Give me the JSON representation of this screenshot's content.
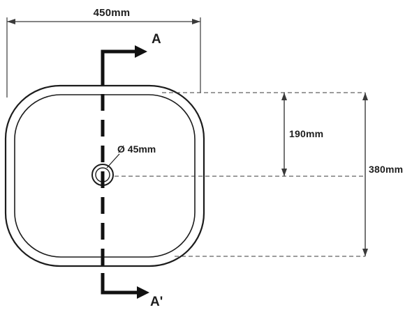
{
  "drawing": {
    "type": "technical-dimension-diagram",
    "subject": "square-basin-top-view",
    "labels": {
      "width": "450mm",
      "offset": "190mm",
      "depth": "380mm",
      "drain": "Ø 45mm",
      "section_top": "A",
      "section_bottom": "A'"
    },
    "colors": {
      "outline": "#1c1c1c",
      "dimension": "#3a3a3a",
      "background": "#ffffff"
    }
  }
}
